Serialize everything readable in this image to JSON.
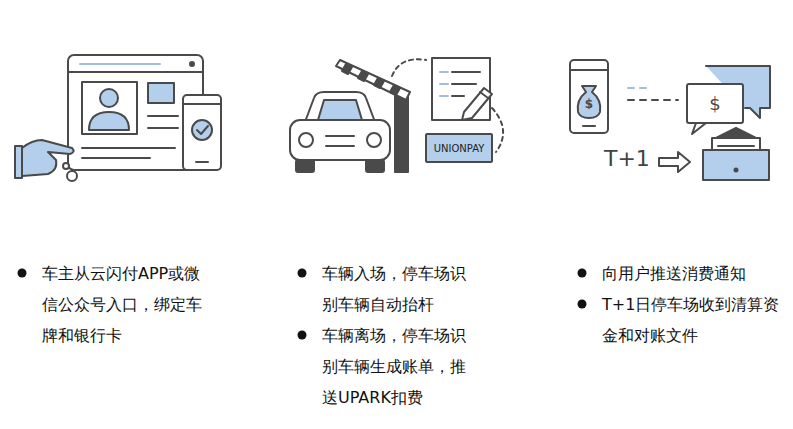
{
  "diagram": {
    "nodes": [
      {
        "text": [
          "UNIONPAY"
        ]
      },
      {
        "text": [
          "$"
        ]
      }
    ],
    "labels": [
      "车主从云闪付APP或微信公众号入口，绑定车牌和银行卡",
      "车辆入场，停车场识别车辆自动抬杆",
      "车辆离场，停车场识别车辆生成账单，推送UPARK扣费",
      "$",
      "T+1",
      "向用户推送消费通知",
      "T+1日停车场收到清算资金和对账文件"
    ]
  }
}
